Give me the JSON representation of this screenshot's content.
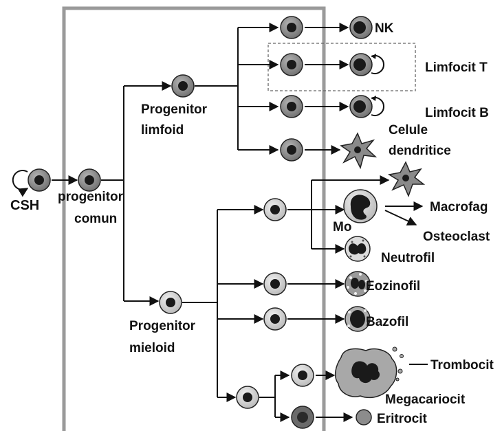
{
  "diagram": {
    "labels": {
      "csh": "CSH",
      "common_progenitor_1": "progenitor",
      "common_progenitor_2": "comun",
      "lymphoid_progenitor_1": "Progenitor",
      "lymphoid_progenitor_2": "limfoid",
      "myeloid_progenitor_1": "Progenitor",
      "myeloid_progenitor_2": "mieloid",
      "nk": "NK",
      "t_lymphocyte": "Limfocit T",
      "b_lymphocyte": "Limfocit B",
      "dendritic_1": "Celule",
      "dendritic_2": "dendritice",
      "macrophage": "Macrofag",
      "monocyte": "Mo",
      "osteoclast": "Osteoclast",
      "neutrophil": "Neutrofil",
      "eosinophil": "Eozinofil",
      "basophil": "Bazofil",
      "thrombocyte": "Trombocit",
      "megakaryocyte": "Megacariocit",
      "erythrocyte": "Eritrocit"
    },
    "colors": {
      "lymphoid_cell": "#8a8a8a",
      "myeloid_cell": "#d4d4d4",
      "nucleus": "#1a1a1a",
      "frame": "#9a9a9a",
      "line": "#111111"
    }
  }
}
